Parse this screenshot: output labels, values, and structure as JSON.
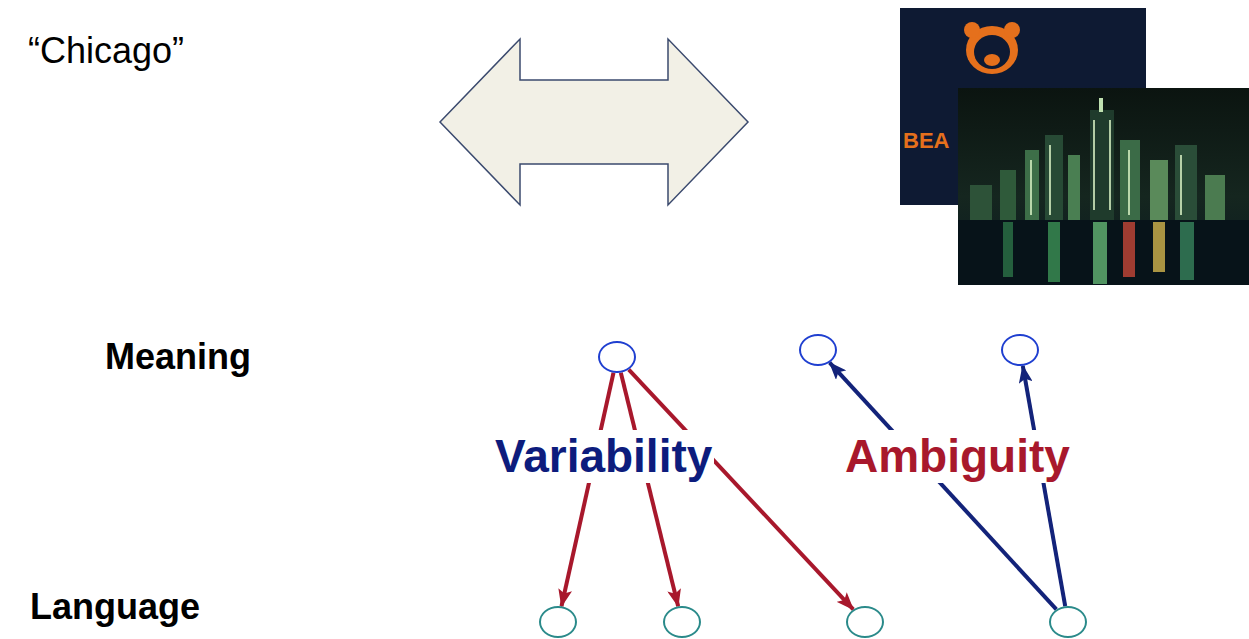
{
  "diagram": {
    "nodes": [
      {
        "text": []
      },
      {
        "text": []
      },
      {
        "text": []
      },
      {
        "text": []
      },
      {
        "text": []
      },
      {
        "text": []
      },
      {
        "text": []
      }
    ],
    "edges": [
      {
        "from": 0,
        "to": 3,
        "arrow": "to"
      },
      {
        "from": 0,
        "to": 4,
        "arrow": "to"
      },
      {
        "from": 0,
        "to": 5,
        "arrow": "to"
      },
      {
        "from": 6,
        "to": 1,
        "arrow": "to"
      },
      {
        "from": 6,
        "to": 2,
        "arrow": "to"
      }
    ],
    "labels": [
      "“Chicago”",
      "BEA",
      "Meaning",
      "Variability",
      "Ambiguity",
      "Language"
    ]
  }
}
